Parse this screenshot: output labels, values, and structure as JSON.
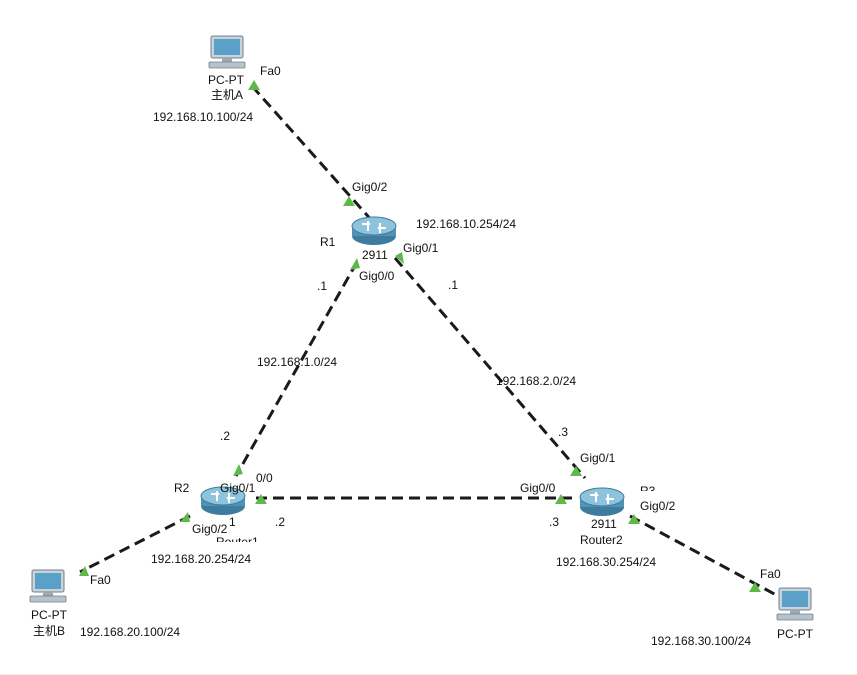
{
  "colors": {
    "link": "#1a1a1a",
    "port_marker": "#5fb84a",
    "router_body": "#4f93b5",
    "router_top": "#8fc2dc",
    "pc_screen": "#5aa0c8",
    "pc_body": "#c9d3da",
    "background": "#ffffff"
  },
  "devices": {
    "pc_a": {
      "icon": "pc-icon",
      "type": "PC-PT",
      "name": "主机A",
      "ip": "192.168.10.100/24",
      "port": "Fa0"
    },
    "pc_b": {
      "icon": "pc-icon",
      "type": "PC-PT",
      "name": "主机B",
      "ip": "192.168.20.100/24",
      "port": "Fa0"
    },
    "pc_c": {
      "icon": "pc-icon",
      "type": "PC-PT",
      "ip": "192.168.30.100/24",
      "port": "Fa0"
    },
    "r1": {
      "icon": "router-icon",
      "model": "2911",
      "name": "R1",
      "gig0_2": "Gig0/2",
      "gig0_1": "Gig0/1",
      "gig0_0": "Gig0/0",
      "lan_ip": "192.168.10.254/24"
    },
    "r2": {
      "icon": "router-icon",
      "name": "R2",
      "model_fragment": "1",
      "hostname_fragment": "Router1",
      "gig0_1": "Gig0/1",
      "gig0_0_fragment": "0/0",
      "gig0_2": "Gig0/2",
      "lan_ip": "192.168.20.254/24"
    },
    "r3": {
      "icon": "router-icon",
      "name_fragment": "R3",
      "model": "2911",
      "hostname": "Router2",
      "gig0_1": "Gig0/1",
      "gig0_0": "Gig0/0",
      "gig0_2": "Gig0/2",
      "lan_ip": "192.168.30.254/24"
    }
  },
  "networks": {
    "r1_r2": {
      "subnet": "192.168.1.0/24",
      "r1_host": ".1",
      "r2_host": ".2"
    },
    "r1_r3": {
      "subnet": "192.168.2.0/24",
      "r1_host": ".1",
      "r3_host": ".3"
    },
    "r2_r3": {
      "r2_host": ".2",
      "r3_host": ".3"
    }
  }
}
